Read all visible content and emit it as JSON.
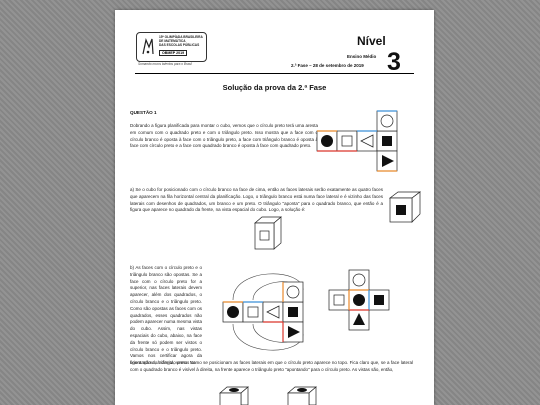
{
  "header": {
    "logo_line1": "15ª OLIMPÍADA BRASILEIRA",
    "logo_line2": "DE MATEMÁTICA",
    "logo_line3": "DAS ESCOLAS PÚBLICAS",
    "logo_year": "OBMEP 2019",
    "logo_slogan": "Somando novos talentos para o Brasil",
    "nivel": "Nível",
    "nivel_number": "3",
    "ensino": "Ensino Médio",
    "fase": "2.ª Fase – 28 de setembro de 2019"
  },
  "title": "Solução da prova da 2.ª Fase",
  "question": "QUESTÃO 1",
  "paragraphs": {
    "p1": "Dobrando a figura planificada para montar o cubo, vemos que o círculo preto terá uma aresta em comum com o quadrado preto e com o triângulo preto. Isso mostra que a face com o círculo branco é oposta à face com o triângulo preto, a face com triângulo branco é oposta à face com círculo preto e a face com quadrado branco é oposta à face com quadrado preto.",
    "p2": "a) Se o cubo for posicionado com o círculo branco na face de cima, então as faces laterais serão exatamente as quatro faces que aparecem na fila horizontal central da planificação. Logo, o triângulo branco está numa face lateral e é vizinho das faces laterais com desenhos de quadrados, um branco e um preto. O triângulo \"aponta\" para o quadrado branco, que então é a figura que aparece no quadrado da frente, na vista espacial do cubo. Logo, a solução é:",
    "p3": "b) As faces com o círculo preto e o triângulo branco são opostas. Se a face com o círculo preto for a superior, nas faces laterais devem aparecer, além dos quadrados, o círculo branco e o triângulo preto. Como são opostas as faces com os quadrados, esses quadrados não podem aparecer numa mesma vista do cubo. Assim, nas vistas espaciais do cubo, abaixo, na face da frente só podem ser vistos o círculo branco e o triângulo preto. Vamos nos certificar agora da orientação do triângulo preto. Na",
    "p4": "figura acima, à direita, vemos como se posicionam as faces laterais em que o círculo preto aparece no topo. Fica claro que, se a face lateral com o quadrado branco é visível à direita, na frente aparece o triângulo preto \"apontando\" para o círculo preto. As vistas são, então,"
  },
  "colors": {
    "orange": "#e8892a",
    "blue": "#3a8fd6",
    "red": "#d9342b",
    "black": "#111111"
  }
}
